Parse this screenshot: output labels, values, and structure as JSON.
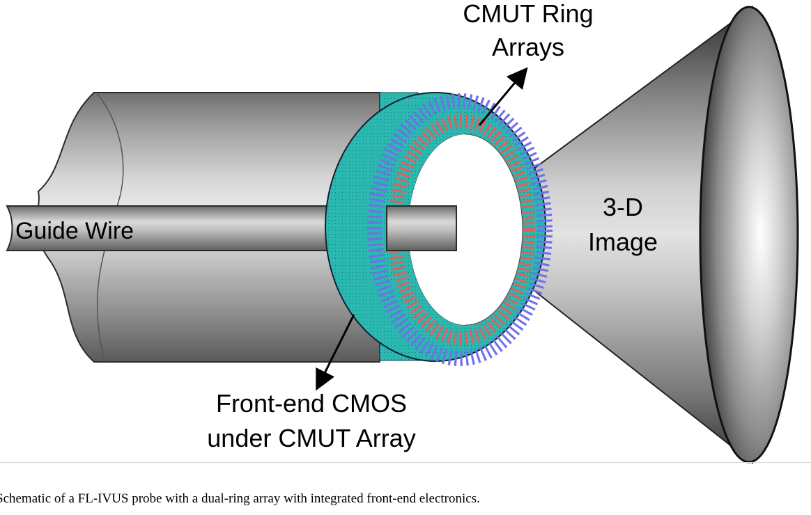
{
  "figure": {
    "labels": {
      "cmut_ring_arrays_line1": "CMUT Ring",
      "cmut_ring_arrays_line2": "Arrays",
      "guide_wire": "Guide Wire",
      "image_line1": "3-D",
      "image_line2": "Image",
      "front_end_line1": "Front-end CMOS",
      "front_end_line2": "under CMUT Array"
    },
    "colors": {
      "substrate": "#2bb8b0",
      "outer_ring": "#7070e8",
      "inner_ring": "#e06060",
      "catheter_body": "#9a9a9a"
    }
  },
  "caption": "Schematic of a FL-IVUS probe with a dual-ring array with integrated front-end electronics."
}
